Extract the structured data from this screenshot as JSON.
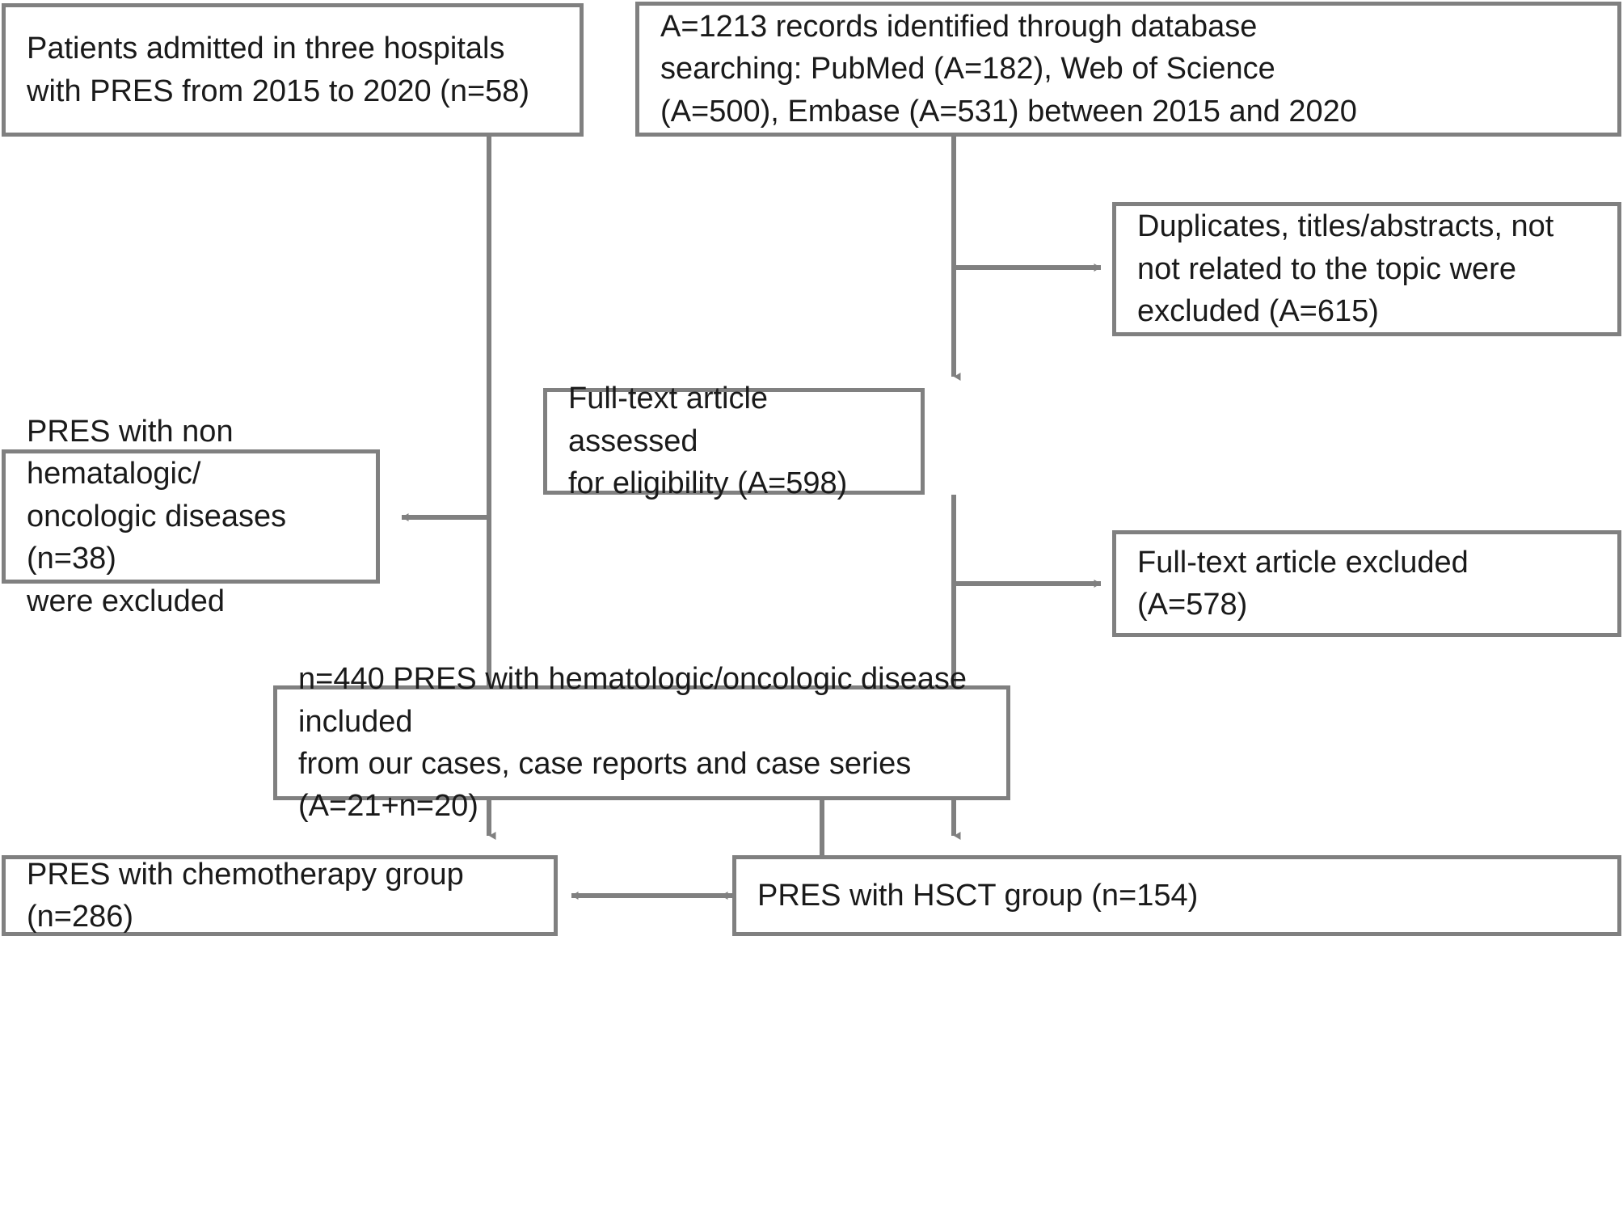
{
  "diagram": {
    "title": "PRISMA-style study selection flowchart",
    "colors": {
      "box_border": "#808080",
      "connector": "#808080",
      "text": "#1a1a1a",
      "background": "#ffffff"
    },
    "nodes": {
      "admitted": {
        "id": "patients-admitted",
        "text": "Patients admitted in three hospitals\nwith PRES from 2015 to 2020 (n=58)",
        "count_label": "n=58"
      },
      "records": {
        "id": "records-identified",
        "text": "A=1213 records identified  through database\nsearching: PubMed (A=182), Web of Science\n(A=500), Embase (A=531) between 2015 and 2020",
        "count_label": "A=1213"
      },
      "duplicates": {
        "id": "duplicates-excluded",
        "text": "Duplicates, titles/abstracts, not\nnot related to the topic  were\nexcluded (A=615)",
        "count_label": "A=615"
      },
      "non_hematologic": {
        "id": "non-hematologic-excluded",
        "text": "PRES with non hematalogic/\noncologic diseases (n=38)\nwere excluded",
        "count_label": "n=38"
      },
      "fulltext_assessed": {
        "id": "fulltext-assessed",
        "text": "Full-text article assessed\nfor eligibility (A=598)",
        "count_label": "A=598"
      },
      "fulltext_excluded": {
        "id": "fulltext-excluded",
        "text": "Full-text article excluded\n (A=578)",
        "count_label": "A=578"
      },
      "included": {
        "id": "studies-included",
        "text": "n=440 PRES with hematologic/oncologic disease included\nfrom our cases, case reports and case series (A=21+n=20)",
        "count_label": "n=440"
      },
      "chemo_group": {
        "id": "chemotherapy-group",
        "text": "PRES with chemotherapy group (n=286)",
        "count_label": "n=286"
      },
      "hsct_group": {
        "id": "hsct-group",
        "text": "PRES with HSCT group (n=154)",
        "count_label": "n=154"
      }
    },
    "edges": [
      {
        "from": "admitted",
        "to": "non_hematologic",
        "style": "elbow-left-arrow"
      },
      {
        "from": "admitted",
        "to": "included",
        "style": "vertical-down-arrow"
      },
      {
        "from": "records",
        "to": "duplicates",
        "style": "elbow-right-arrow"
      },
      {
        "from": "records",
        "to": "fulltext_assessed",
        "style": "vertical-down-arrow"
      },
      {
        "from": "fulltext_assessed",
        "to": "fulltext_excluded",
        "style": "elbow-right-arrow"
      },
      {
        "from": "fulltext_assessed",
        "to": "included",
        "style": "vertical-down-arrow"
      },
      {
        "from": "included",
        "to": "chemo_group",
        "style": "tee-left-arrow"
      },
      {
        "from": "included",
        "to": "hsct_group",
        "style": "tee-right-arrow"
      }
    ]
  }
}
